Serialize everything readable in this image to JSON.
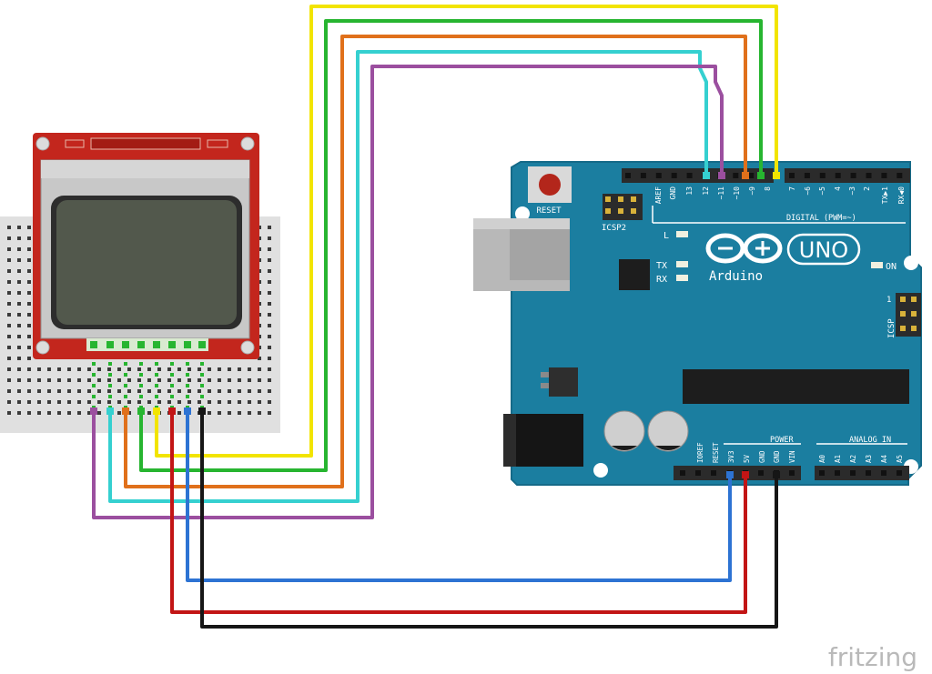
{
  "board": {
    "name": "Arduino",
    "model": "UNO",
    "reset_label": "RESET",
    "icsp2_label": "ICSP2",
    "icsp_label": "ICSP",
    "icsp_pin1": "1",
    "digital_label": "DIGITAL (PWM=~)",
    "power_label": "POWER",
    "analog_label": "ANALOG IN",
    "led_labels": {
      "l": "L",
      "tx": "TX",
      "rx": "RX",
      "on": "ON"
    },
    "digital_pins": [
      "AREF",
      "GND",
      "13",
      "12",
      "~11",
      "~10",
      "~9",
      "8",
      "7",
      "~6",
      "~5",
      "4",
      "~3",
      "2",
      "TX▶1",
      "RX◀0"
    ],
    "power_pins": [
      "IOREF",
      "RESET",
      "3V3",
      "5V",
      "GND",
      "GND",
      "VIN"
    ],
    "analog_pins": [
      "A0",
      "A1",
      "A2",
      "A3",
      "A4",
      "A5"
    ],
    "colors": {
      "pcb": "#1b7ea0",
      "header": "#2b2b2b"
    }
  },
  "wire_colors": {
    "yellow": "#f2e400",
    "green": "#27b530",
    "orange": "#e0701b",
    "cyan": "#35d0d0",
    "purple": "#9b4f9f",
    "red": "#c21515",
    "blue": "#2d73d3",
    "black": "#161616"
  },
  "credit": "fritzing"
}
